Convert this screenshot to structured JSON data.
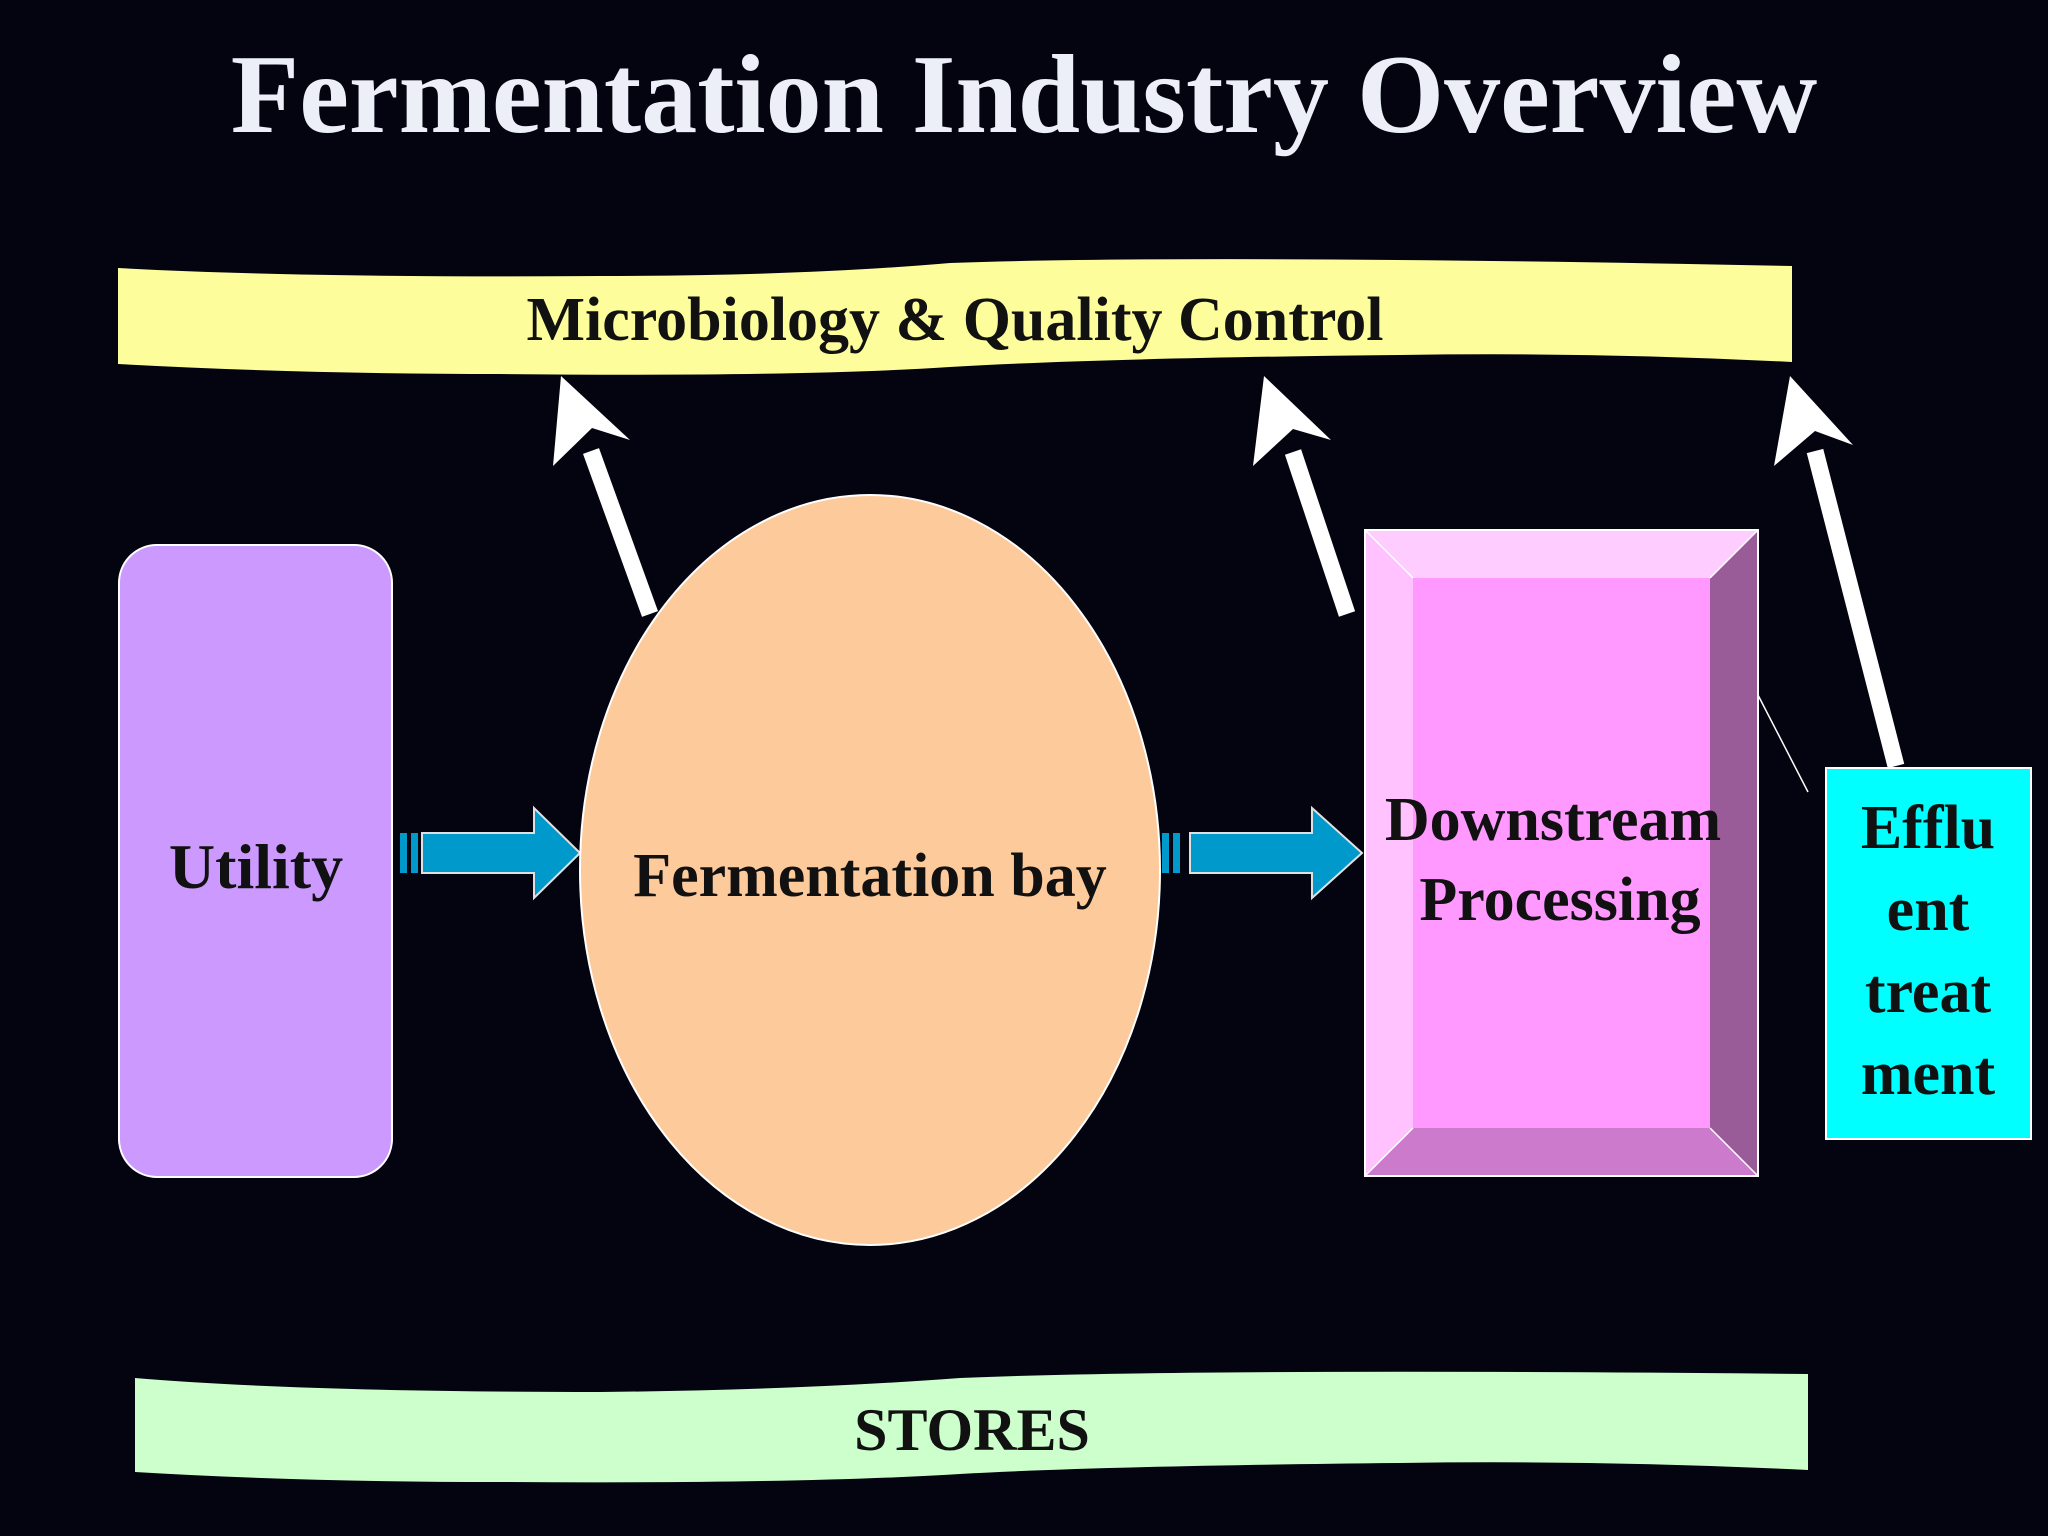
{
  "title": "Fermentation Industry Overview",
  "banners": {
    "top": "Microbiology & Quality Control",
    "bottom": "STORES"
  },
  "nodes": {
    "utility": "Utility",
    "fermentation_bay": "Fermentation bay",
    "downstream": [
      "Downstream",
      "Processing"
    ],
    "effluent": [
      "Efflu",
      "ent",
      "treat",
      "ment"
    ]
  },
  "colors": {
    "background": "#03040f",
    "title": "#eceef8",
    "top_banner": "#fdfd9c",
    "bottom_banner": "#ccffcc",
    "utility": "#cc99ff",
    "fermentation_bay": "#fdca9b",
    "downstream": "#ff99ff",
    "effluent": "#00ffff",
    "flow_arrow": "#0099cc"
  }
}
